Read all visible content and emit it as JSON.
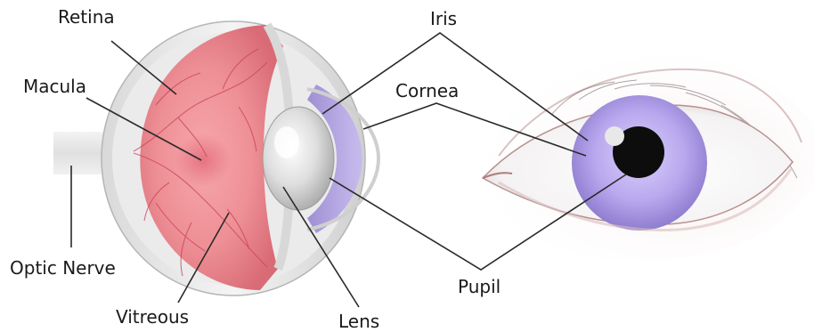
{
  "labels": {
    "retina": "Retina",
    "macula": "Macula",
    "optic_nerve": "Optic Nerve",
    "vitreous": "Vitreous",
    "lens": "Lens",
    "iris": "Iris",
    "cornea": "Cornea",
    "pupil": "Pupil"
  },
  "colors": {
    "retina_pink": "#e77b84",
    "iris_violet": "#b7a6e6",
    "pupil_black": "#0d0d0d",
    "sclera_white": "#f7f5f5",
    "line": "#2a2a2a"
  }
}
